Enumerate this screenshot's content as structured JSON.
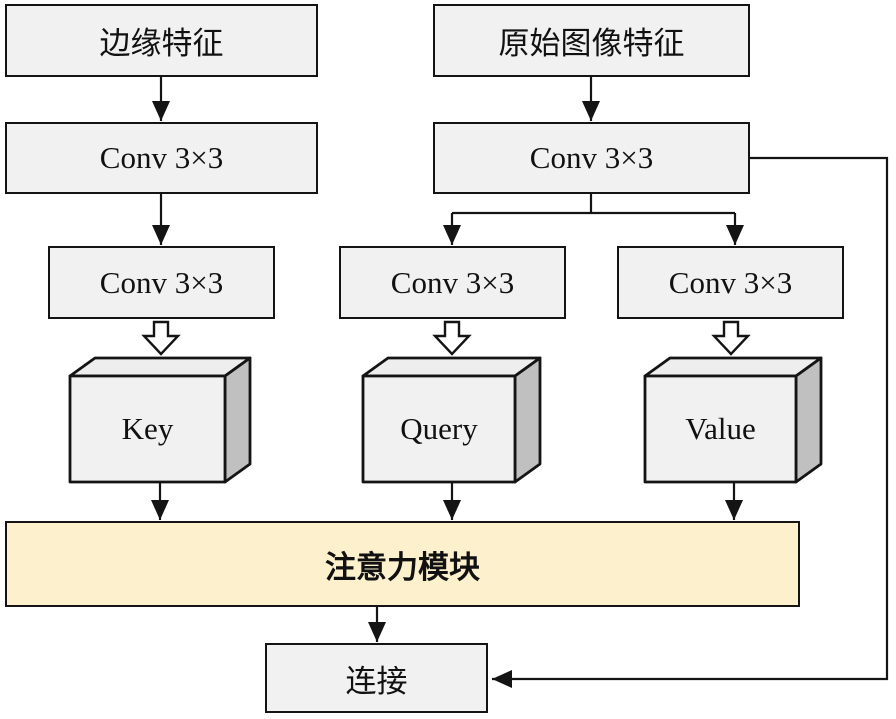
{
  "diagram": {
    "type": "flow-diagram",
    "nodes": {
      "edge_features": {
        "label": "边缘特征"
      },
      "raw_features": {
        "label": "原始图像特征"
      },
      "conv_edge_1": {
        "label": "Conv 3×3"
      },
      "conv_raw_1": {
        "label": "Conv 3×3"
      },
      "conv_key": {
        "label": "Conv 3×3"
      },
      "conv_query": {
        "label": "Conv 3×3"
      },
      "conv_value": {
        "label": "Conv 3×3"
      },
      "key_cube": {
        "label": "Key"
      },
      "query_cube": {
        "label": "Query"
      },
      "value_cube": {
        "label": "Value"
      },
      "attention": {
        "label": "注意力模块"
      },
      "concat": {
        "label": "连接"
      }
    },
    "colors": {
      "background": "#ffffff",
      "box_fill": "#f1f1f1",
      "box_border": "#141414",
      "attention_fill": "#fdf0cc",
      "cube_front": "#f1f1f1",
      "cube_top": "#eeeeee",
      "cube_side": "#c0c0c0",
      "line": "#141414"
    }
  }
}
